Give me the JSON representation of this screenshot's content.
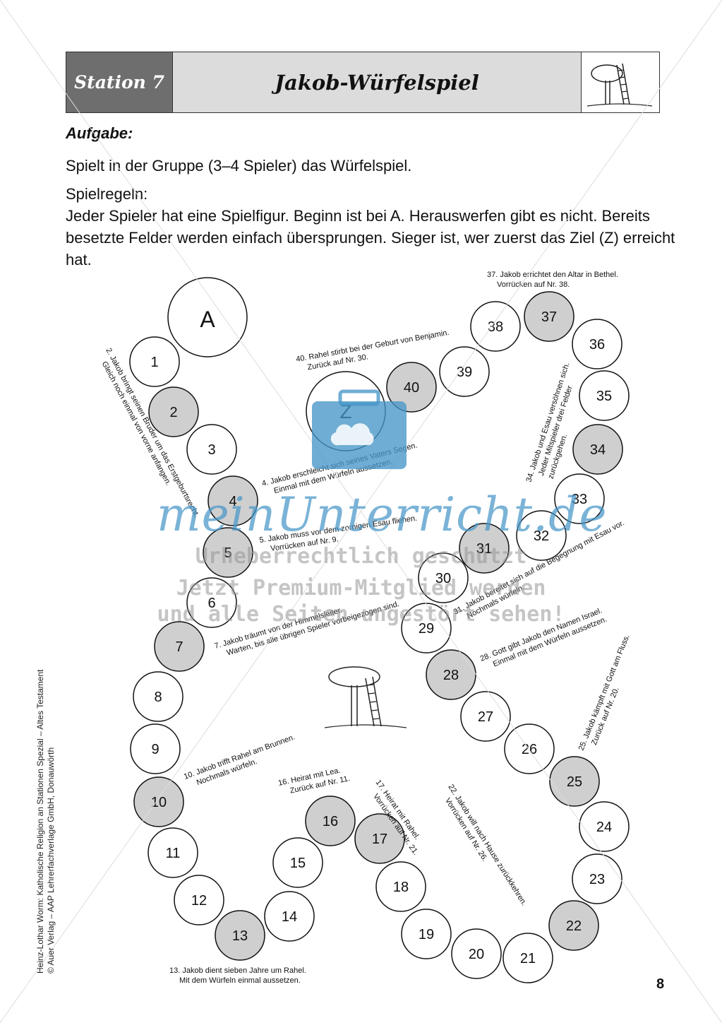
{
  "header": {
    "station": "Station 7",
    "title": "Jakob-Würfelspiel"
  },
  "task": {
    "label": "Aufgabe:",
    "text": "Spielt in der Gruppe (3–4 Spieler) das Würfelspiel.",
    "rules_heading": "Spielregeln:",
    "rules_text": "Jeder Spieler hat eine Spielfigur. Beginn ist bei A. Herauswerfen gibt es nicht. Bereits besetzte Felder werden einfach übersprungen. Sieger ist, wer zuerst das Ziel (Z) erreicht hat."
  },
  "board": {
    "start": "A",
    "goal": "Z",
    "special_fields": [
      2,
      4,
      5,
      7,
      10,
      13,
      16,
      17,
      22,
      25,
      28,
      31,
      34,
      37,
      40
    ],
    "colors": {
      "special": "#cfcfcf",
      "normal": "#ffffff",
      "stroke": "#111111"
    },
    "notes": [
      [
        "2. Jakob bringt seinen Bruder um das Erstgeburtsrecht.",
        "Gleich noch einmal von vorne anfangen."
      ],
      [
        "4. Jakob erschleicht sich seines Vaters Segen.",
        "Einmal mit dem Würfeln aussetzen."
      ],
      [
        "5. Jakob muss vor dem zornigen Esau fliehen.",
        "Vorrücken auf Nr. 9."
      ],
      [
        "7. Jakob träumt von der Himmelsleiter.",
        "Warten, bis alle übrigen Spieler vorbeigezogen sind."
      ],
      [
        "10. Jakob trifft Rahel am Brunnen.",
        "Nochmals würfeln."
      ],
      [
        "13. Jakob dient sieben Jahre um Rahel.",
        "Mit dem Würfeln einmal aussetzen."
      ],
      [
        "16. Heirat mit Lea.",
        "Zurück auf Nr. 11."
      ],
      [
        "17. Heirat mit Rahel.",
        "Vorrücken auf Nr. 21."
      ],
      [
        "22. Jakob will nach Hause zurückkehren.",
        "Vorrücken auf Nr. 26."
      ],
      [
        "25. Jakob kämpft mit Gott am Fluss.",
        "Zurück auf Nr. 20."
      ],
      [
        "28. Gott gibt Jakob den Namen Israel.",
        "Einmal mit dem Würfeln aussetzen."
      ],
      [
        "31. Jakob bereitet sich auf die Begegnung mit Esau vor.",
        "Nochmals würfeln."
      ],
      [
        "34. Jakob und Esau versöhnen sich.",
        "Jeder Mitspieler drei Felder",
        "zurückgehen."
      ],
      [
        "37. Jakob errichtet den Altar in Bethel.",
        "Vorrücken auf Nr. 38."
      ],
      [
        "40. Rahel stirbt bei der Geburt von Benjamin.",
        "Zurück auf Nr. 30."
      ]
    ]
  },
  "footer": {
    "credit_line1": "Heinz-Lothar Worm: Katholische Religion an Stationen Spezial – Altes Testament",
    "credit_line2": "© Auer Verlag – AAP Lehrerfachverlage GmbH, Donauwörth",
    "page_number": "8"
  },
  "watermark": {
    "logo": "meinUnterricht.de",
    "line1": "Urheberrechtlich geschützt",
    "line2": "Jetzt Premium-Mitglied werden",
    "line3": "und alle Seiten ungestört sehen!",
    "color": "#4696c8"
  }
}
